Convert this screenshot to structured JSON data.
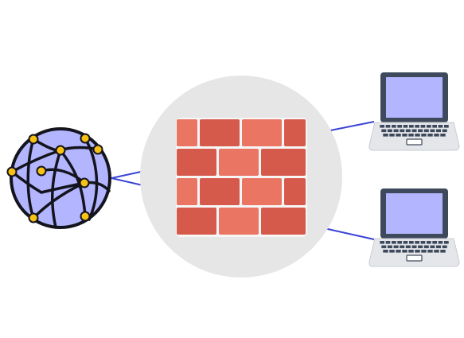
{
  "diagram": {
    "nodes": [
      {
        "id": "internet",
        "icon": "globe-network-icon"
      },
      {
        "id": "firewall",
        "icon": "brick-wall-icon"
      },
      {
        "id": "laptop-top",
        "icon": "laptop-icon"
      },
      {
        "id": "laptop-bottom",
        "icon": "laptop-icon"
      }
    ],
    "edges": [
      {
        "from": "internet",
        "to": "firewall"
      },
      {
        "from": "internet",
        "to": "firewall"
      },
      {
        "from": "firewall",
        "to": "laptop-top"
      },
      {
        "from": "firewall",
        "to": "laptop-bottom"
      }
    ]
  },
  "colors": {
    "background": "#ffffff",
    "firewall_backdrop": "#e6e6e6",
    "brick_light": "#ea7562",
    "brick_dark": "#d65a4c",
    "mortar": "#f6f6f6",
    "globe_fill": "#b3b6ff",
    "outline": "#14141e",
    "node_dot": "#f7c214",
    "connector": "#3b45d6",
    "laptop_screen": "#b3b6ff",
    "laptop_frame": "#3e4a5c",
    "laptop_base": "#e4e6ea",
    "laptop_keys": "#3e4a5c"
  }
}
